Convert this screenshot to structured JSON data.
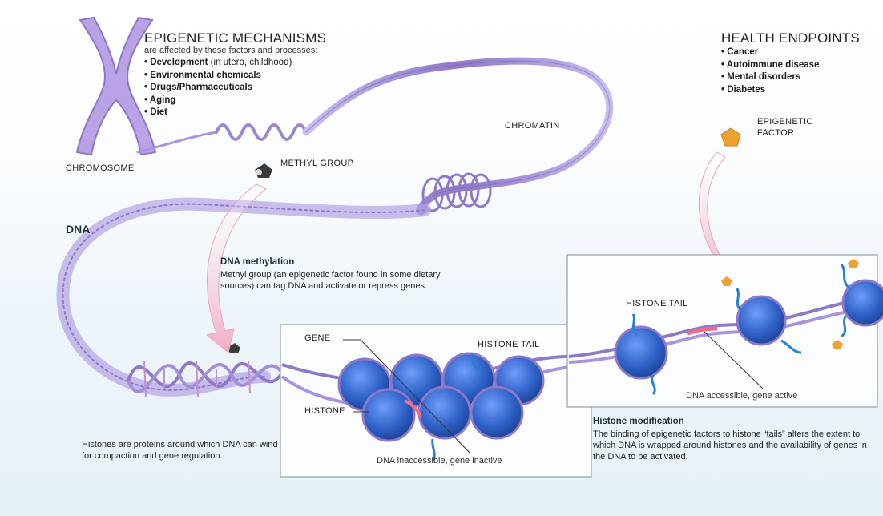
{
  "mechanisms": {
    "title": "EPIGENETIC MECHANISMS",
    "subtitle": "are affected by these factors and processes:",
    "factors": [
      {
        "bold": "Development",
        "rest": " (in utero, childhood)"
      },
      {
        "bold": "Environmental chemicals",
        "rest": ""
      },
      {
        "bold": "Drugs/Pharmaceuticals",
        "rest": ""
      },
      {
        "bold": "Aging",
        "rest": ""
      },
      {
        "bold": "Diet",
        "rest": ""
      }
    ]
  },
  "endpoints": {
    "title": "HEALTH ENDPOINTS",
    "items": [
      "Cancer",
      "Autoimmune disease",
      "Mental disorders",
      "Diabetes"
    ]
  },
  "labels": {
    "chromosome": "CHROMOSOME",
    "chromatin": "CHROMATIN",
    "methyl_group": "METHYL GROUP",
    "epigenetic_factor_1": "EPIGENETIC",
    "epigenetic_factor_2": "FACTOR",
    "dna": "DNA",
    "gene": "GENE",
    "histone_tail_inset": "HISTONE TAIL",
    "histone_tail_right": "HISTONE TAIL",
    "histone": "HISTONE",
    "inaccessible": "DNA inaccessible, gene inactive",
    "accessible": "DNA accessible, gene active"
  },
  "methylation": {
    "title": "DNA methylation",
    "body": "Methyl group (an epigenetic factor found in some dietary sources) can tag DNA and activate or repress genes."
  },
  "histones_note": "Histones are proteins around which DNA can wind for compaction and gene regulation.",
  "modification": {
    "title": "Histone modification",
    "body": "The binding of epigenetic factors to histone “tails” alters the extent to which DNA is wrapped around histones and the availability of genes in the DNA to be activated."
  },
  "colors": {
    "strand": "#8f78c8",
    "histone": "#2f62c8",
    "factor": "#f0a030",
    "arrow": "#f3b3c8"
  }
}
